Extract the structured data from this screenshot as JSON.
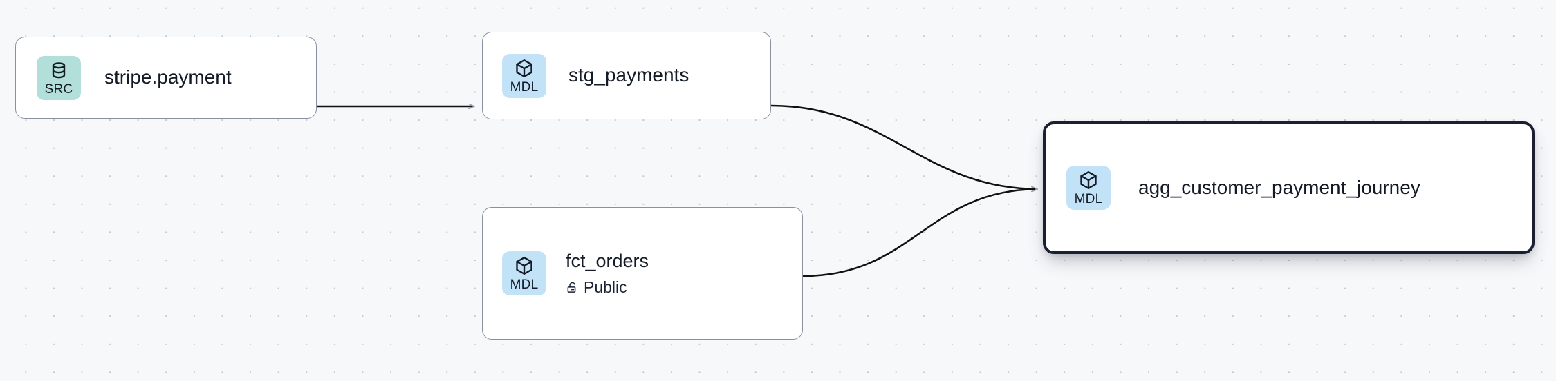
{
  "graph": {
    "background": "#f7f8fa",
    "grid_dot_color": "#c3c7d1",
    "edge_color": "#111111",
    "nodes": [
      {
        "id": "stripe-payment",
        "title": "stripe.payment",
        "badge_label": "SRC",
        "badge_icon": "database-icon",
        "badge_color": "#b3dfdb",
        "selected": false
      },
      {
        "id": "stg-payments",
        "title": "stg_payments",
        "badge_label": "MDL",
        "badge_icon": "cube-icon",
        "badge_color": "#c2e2f7",
        "selected": false
      },
      {
        "id": "fct-orders",
        "title": "fct_orders",
        "badge_label": "MDL",
        "badge_icon": "cube-icon",
        "badge_color": "#c2e2f7",
        "visibility_label": "Public",
        "visibility_icon": "unlock-icon",
        "selected": false
      },
      {
        "id": "agg-journey",
        "title": "agg_customer_payment_journey",
        "badge_label": "MDL",
        "badge_icon": "cube-icon",
        "badge_color": "#c2e2f7",
        "selected": true
      }
    ],
    "edges": [
      {
        "from": "stripe-payment",
        "to": "stg-payments",
        "style": "straight-arrow"
      },
      {
        "from": "stg-payments",
        "to": "agg-journey",
        "style": "bezier-arrow"
      },
      {
        "from": "fct-orders",
        "to": "agg-journey",
        "style": "bezier-arrow"
      }
    ]
  }
}
